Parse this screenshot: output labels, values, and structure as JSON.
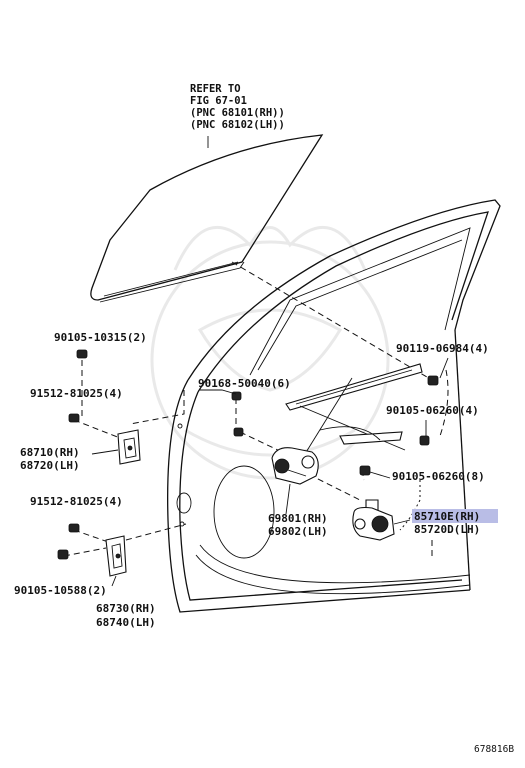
{
  "diagram": {
    "note": {
      "line1": "REFER TO",
      "line2": "FIG 67-01",
      "line3": "(PNC 68101(RH))",
      "line4": "(PNC 68102(LH))"
    },
    "parts": {
      "p90105_10315": "90105-10315(2)",
      "p91512_81025_a": "91512-81025(4)",
      "p68710": "68710(RH)",
      "p68720": "68720(LH)",
      "p91512_81025_b": "91512-81025(4)",
      "p90105_10588": "90105-10588(2)",
      "p68730": "68730(RH)",
      "p68740": "68740(LH)",
      "p90168_50040": "90168-50040(6)",
      "p90119_06984": "90119-06984(4)",
      "p90105_06260_a": "90105-06260(4)",
      "p90105_06260_b": "90105-06260(8)",
      "p69801": "69801(RH)",
      "p69802": "69802(LH)",
      "p85710E": "85710E(RH)",
      "p85720D": "85720D(LH)"
    },
    "figure_id": "678816B",
    "highlight_color": "#b9bde6"
  }
}
